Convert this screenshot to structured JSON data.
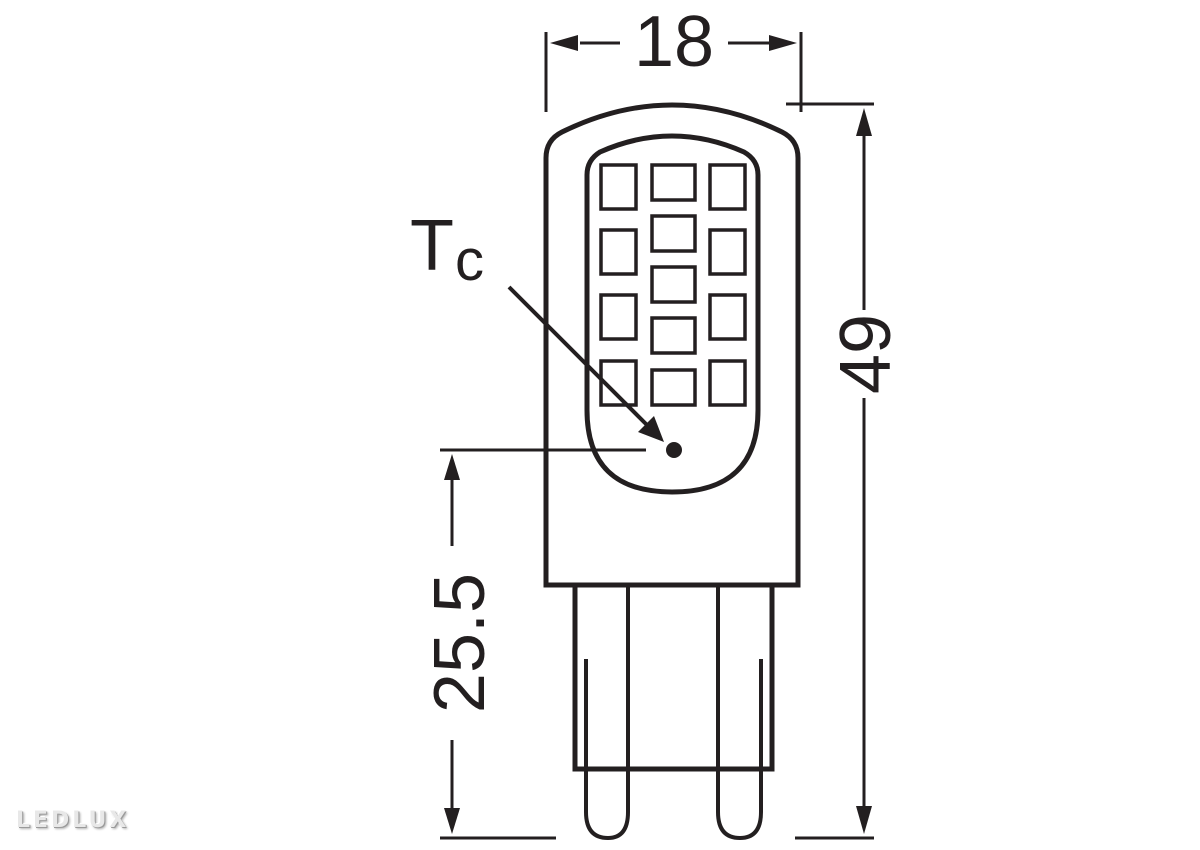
{
  "diagram": {
    "subject": "G9 LED capsule lamp dimensional drawing",
    "stroke_color": "#231f20",
    "background_color": "#ffffff",
    "dimensions": {
      "width": {
        "label": "18",
        "orientation": "horizontal"
      },
      "height_total": {
        "label": "49",
        "orientation": "vertical"
      },
      "height_tc_point": {
        "label": "25.5",
        "orientation": "vertical"
      }
    },
    "annotations": {
      "tc_main": "T",
      "tc_sub": "c",
      "tc_meaning": "case temperature measurement point"
    },
    "led_grid": {
      "columns": 3,
      "left_column_count": 4,
      "middle_column_count": 5,
      "right_column_count": 4
    },
    "base": {
      "type": "G9",
      "pins": 2
    }
  },
  "watermark": {
    "text": "LEDLUX",
    "color": "#e8e8e8"
  }
}
